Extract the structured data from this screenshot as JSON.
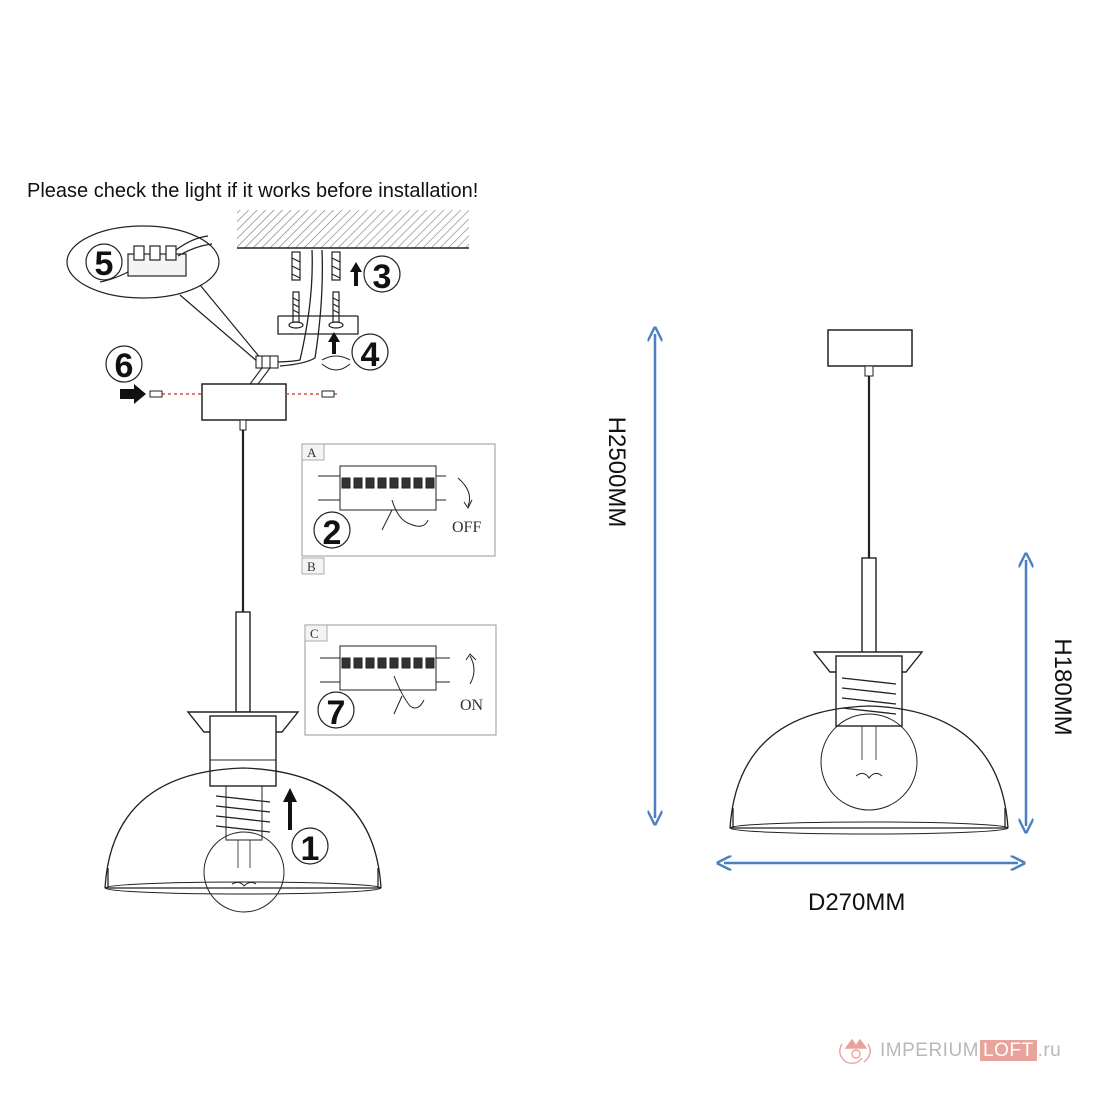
{
  "notice": "Please check the light if it works before installation!",
  "steps": {
    "s1": "1",
    "s2": "2",
    "s3": "3",
    "s4": "4",
    "s5": "5",
    "s6": "6",
    "s7": "7"
  },
  "panels": {
    "a": "A",
    "b": "B",
    "c": "C",
    "off": "OFF",
    "on": "ON"
  },
  "dimensions": {
    "height_total": "H2500MM",
    "height_shade": "H180MM",
    "diameter": "D270MM"
  },
  "watermark": {
    "part1": "IMPERIUM",
    "part2": "LOFT",
    "part3": ".ru"
  },
  "colors": {
    "dimension_arrow": "#4a7fc0",
    "line": "#222222",
    "guide_dash": "#d4544a",
    "watermark": "#e8a39c"
  }
}
